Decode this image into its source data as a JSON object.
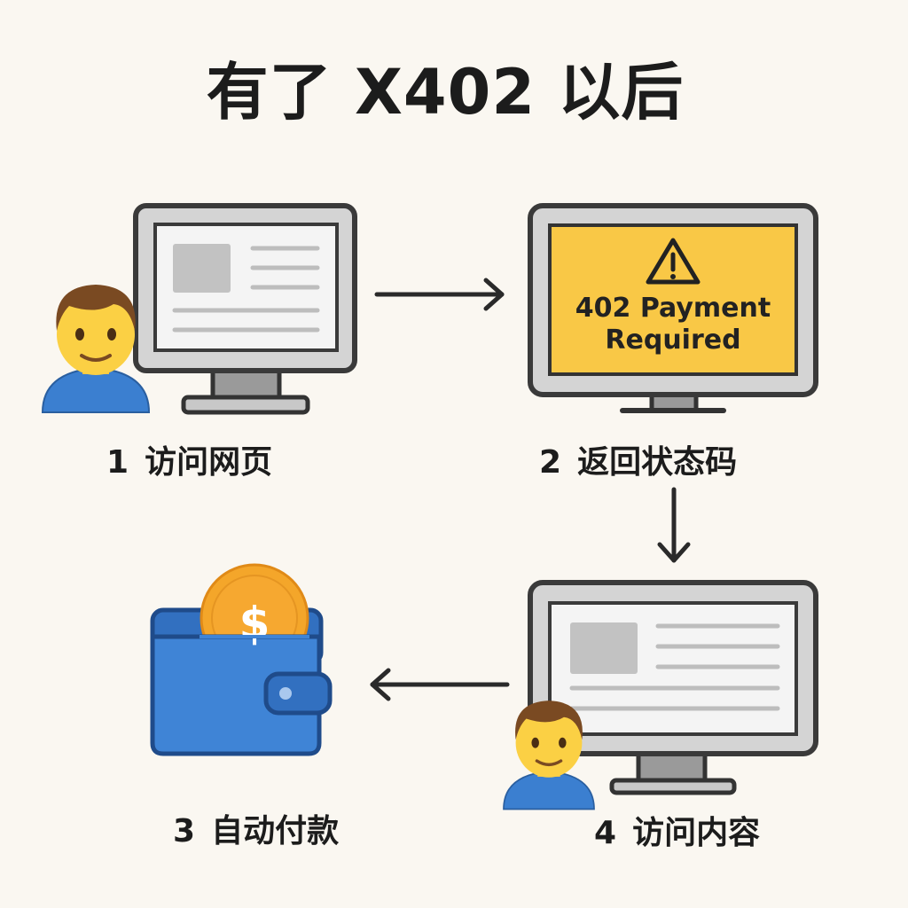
{
  "title": "有了 X402 以后",
  "steps": [
    {
      "num": "1",
      "label": "访问网页"
    },
    {
      "num": "2",
      "label": "返回状态码"
    },
    {
      "num": "3",
      "label": "自动付款"
    },
    {
      "num": "4",
      "label": "访问内容"
    }
  ],
  "error_screen": {
    "line1": "402 Payment",
    "line2": "Required",
    "icon": "warning-icon"
  },
  "coin_symbol": "$",
  "colors": {
    "background": "#faf7f1",
    "warning": "#f9c846",
    "wallet": "#3f84d6",
    "coin": "#f4a62a",
    "monitor_frame": "#3a3a3a"
  }
}
